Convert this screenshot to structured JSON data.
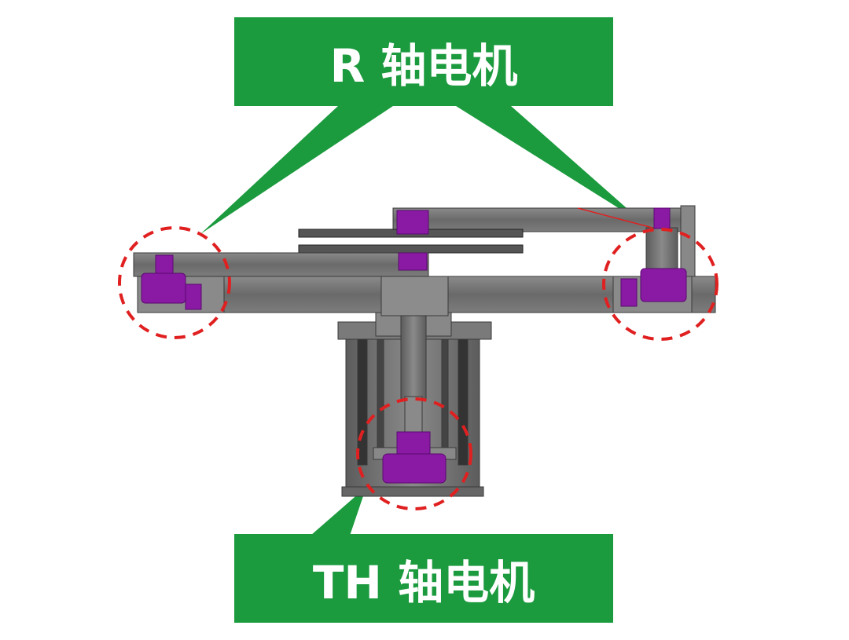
{
  "labels": {
    "top": "R 轴电机",
    "bottom": "TH 轴电机"
  },
  "colors": {
    "banner": "#1b9a3e",
    "motor": "#8a1aa3",
    "structure": "#707070",
    "highlight": "#e02020"
  },
  "icons": [
    "r-axis-motor-left",
    "r-axis-motor-right",
    "th-axis-motor"
  ]
}
